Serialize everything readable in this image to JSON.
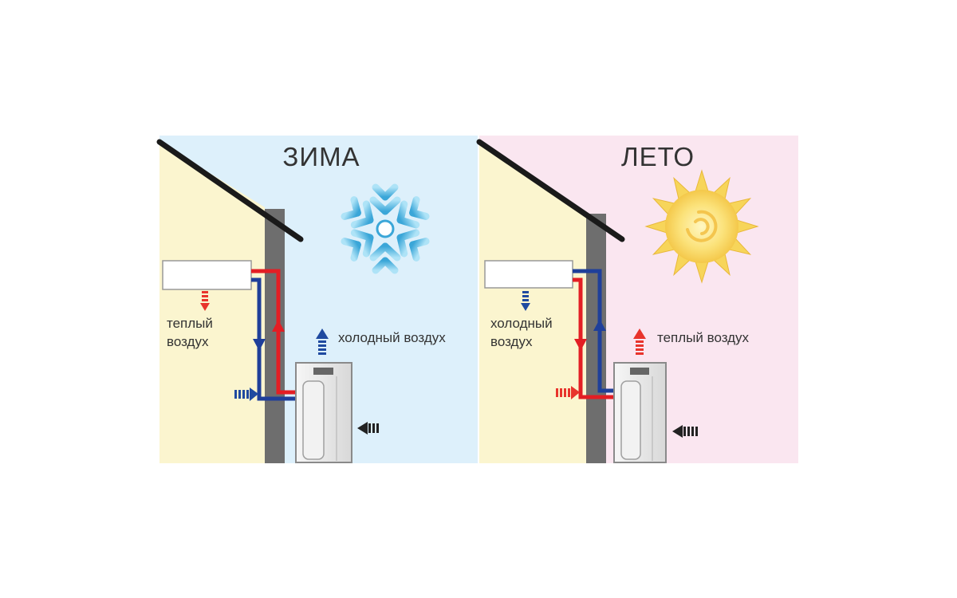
{
  "panels": [
    {
      "id": "winter",
      "title": "ЗИМА",
      "indoor_label_lines": [
        "теплый",
        "воздух"
      ],
      "outdoor_label": "холодный воздух",
      "season_icon": "snowflake-icon",
      "colors": {
        "wall": "#fbf5cf",
        "sky": "#ddf0fb",
        "indoor_arrow": "#e8342c",
        "outdoor_arrow": "#1f4aa0"
      }
    },
    {
      "id": "summer",
      "title": "ЛЕТО",
      "indoor_label_lines": [
        "холодный",
        "воздух"
      ],
      "outdoor_label": "теплый воздух",
      "season_icon": "sun-icon",
      "colors": {
        "wall": "#fbf5cf",
        "sky": "#fae6f0",
        "indoor_arrow": "#1f4aa0",
        "outdoor_arrow": "#e8342c"
      }
    }
  ],
  "pipe_colors": {
    "hot": "#e31e24",
    "cold": "#1f3f9a"
  },
  "wall_color": "#6e6e6e",
  "roof_color": "#1a1a1a"
}
